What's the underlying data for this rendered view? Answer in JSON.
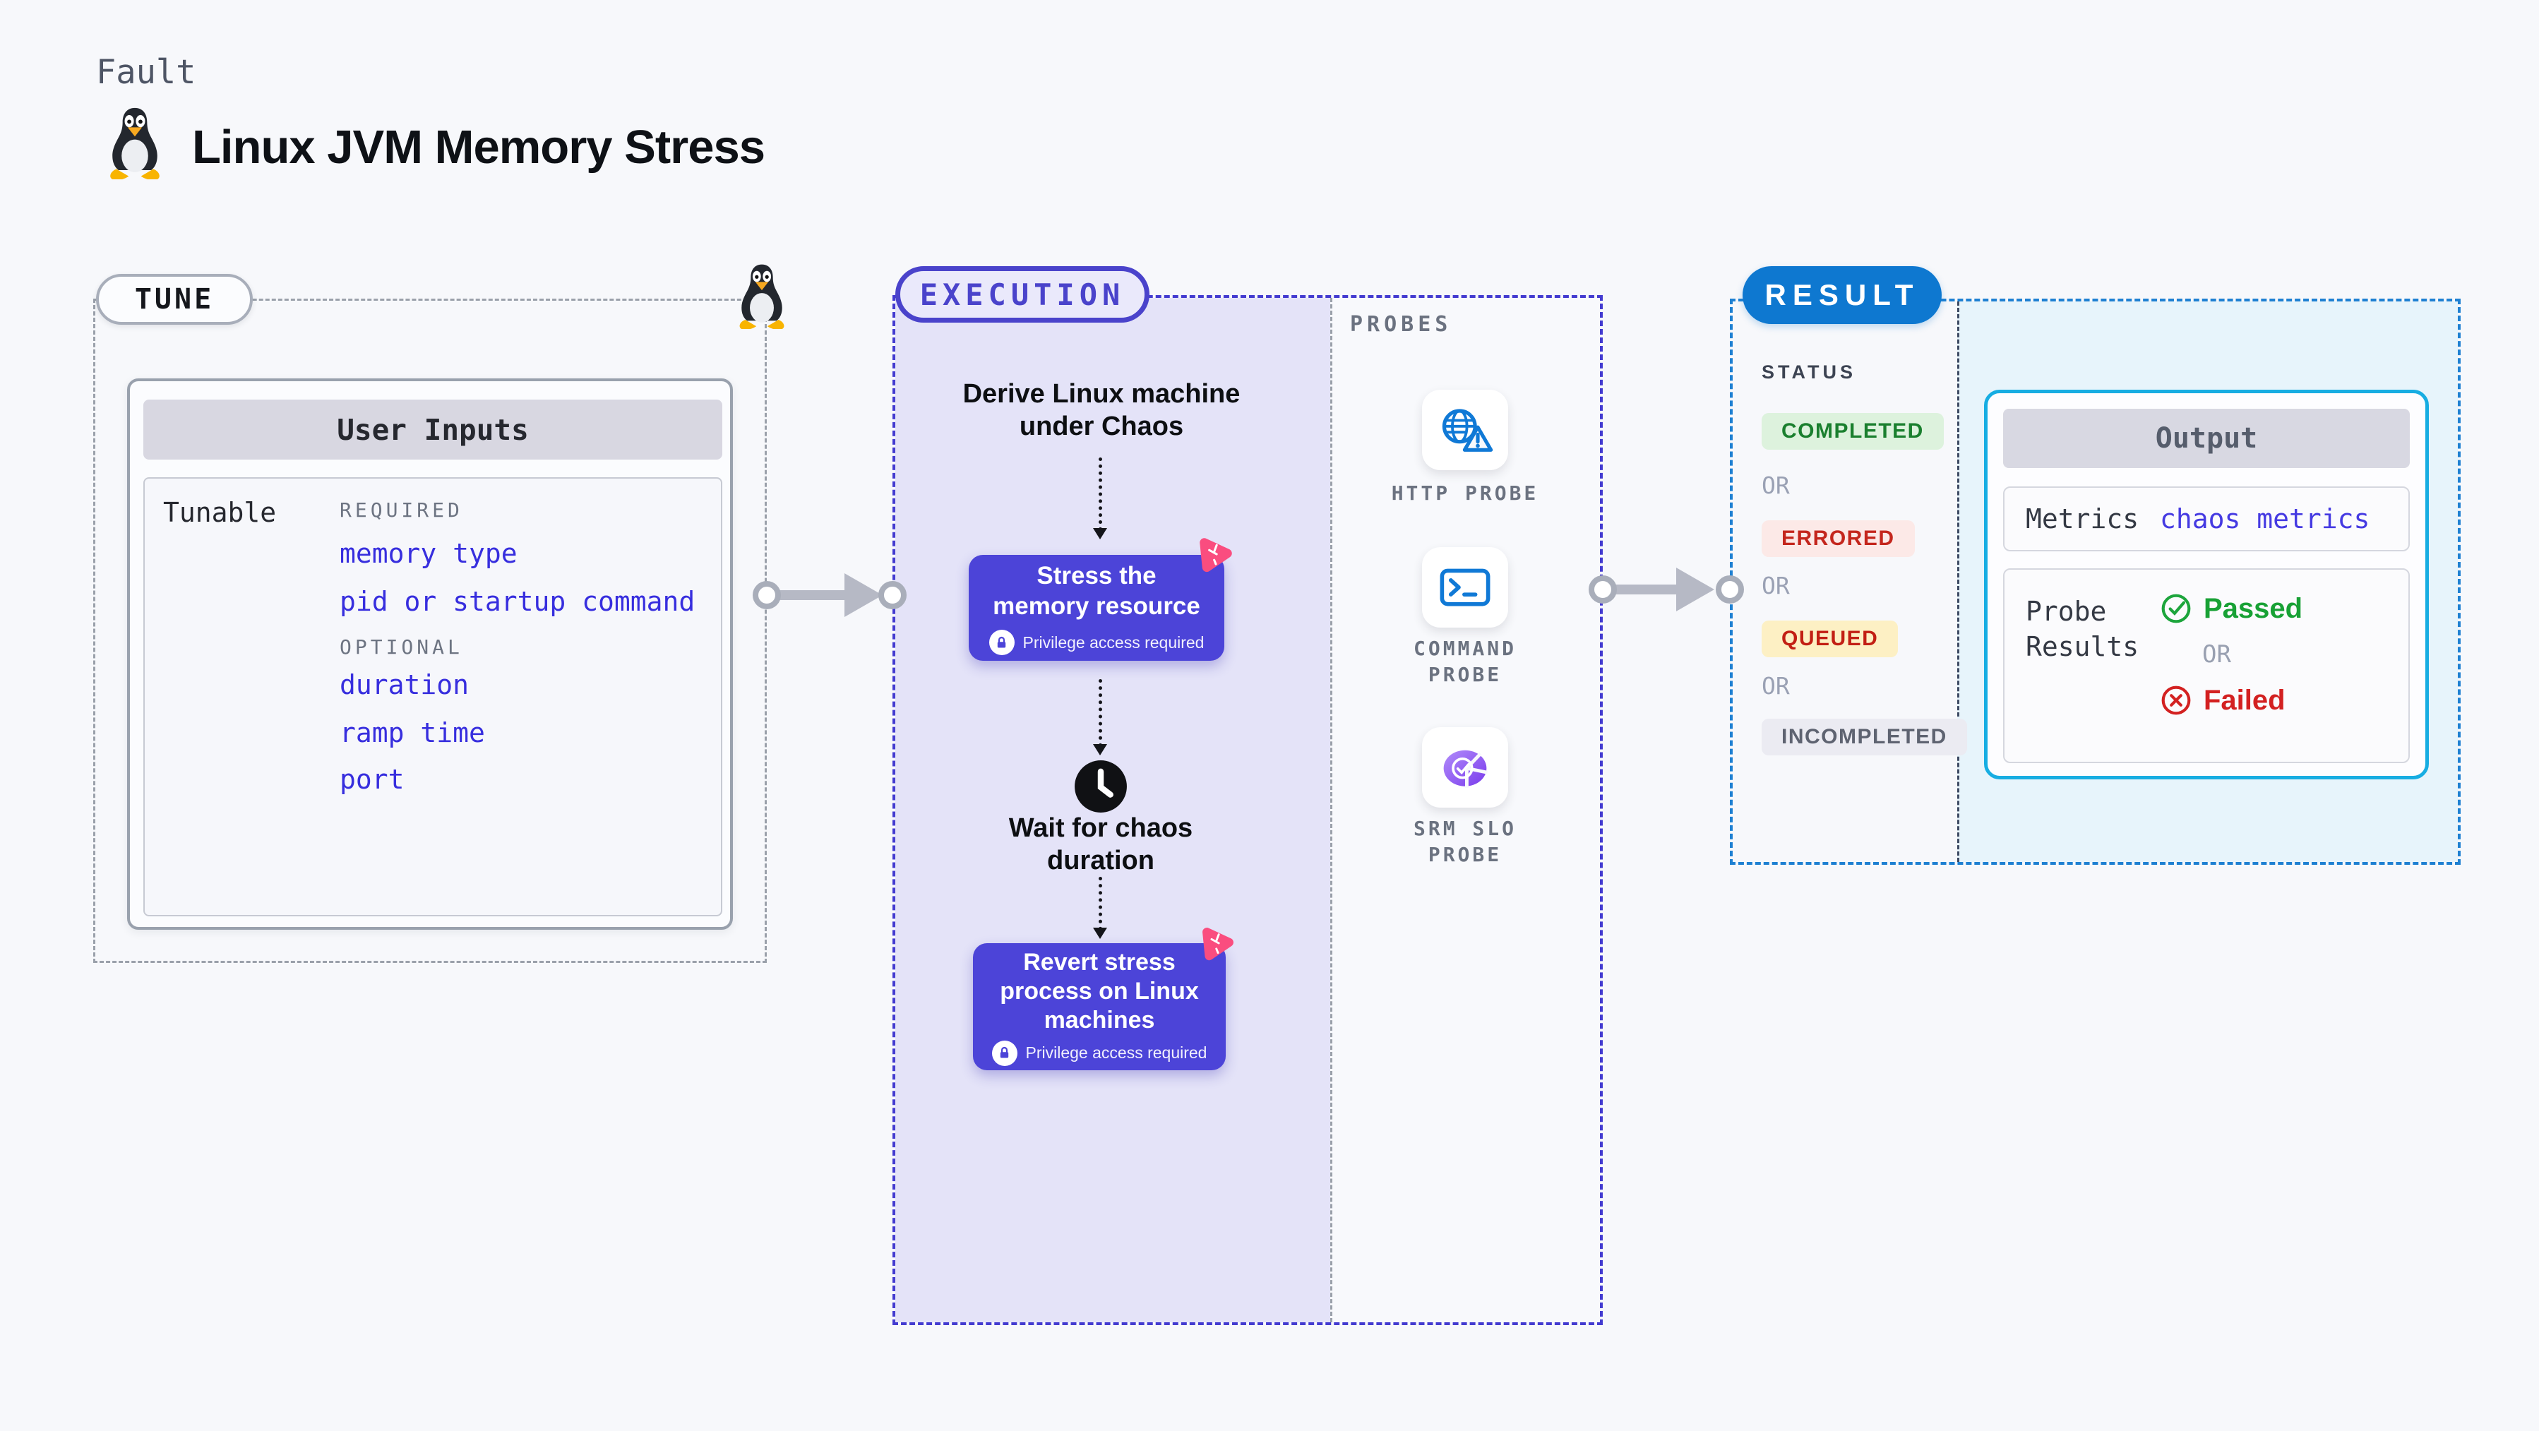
{
  "header": {
    "fault_label": "Fault",
    "title": "Linux JVM Memory Stress"
  },
  "tune": {
    "badge": "TUNE",
    "panel_title": "User Inputs",
    "row_label": "Tunable",
    "required_heading": "REQUIRED",
    "required_items": [
      "memory type",
      "pid or startup command"
    ],
    "optional_heading": "OPTIONAL",
    "optional_items": [
      "duration",
      "ramp time",
      "port"
    ]
  },
  "execution": {
    "badge": "EXECUTION",
    "step_derive": "Derive Linux machine under Chaos",
    "step_stress": "Stress the memory resource",
    "step_wait": "Wait for chaos duration",
    "step_revert": "Revert stress process on Linux machines",
    "privilege_note": "Privilege access required"
  },
  "probes": {
    "heading": "PROBES",
    "items": [
      {
        "label": "HTTP PROBE",
        "icon": "globe-alert-icon"
      },
      {
        "label": "COMMAND PROBE",
        "icon": "terminal-icon"
      },
      {
        "label": "SRM SLO PROBE",
        "icon": "slo-pie-check-icon"
      }
    ]
  },
  "result": {
    "badge": "RESULT",
    "status_heading": "STATUS",
    "or_label": "OR",
    "statuses": [
      {
        "label": "COMPLETED",
        "color": "#1a7f2e",
        "bg": "#ddf2dd"
      },
      {
        "label": "ERRORED",
        "color": "#c4261d",
        "bg": "#fce9e7"
      },
      {
        "label": "QUEUED",
        "color": "#c21f14",
        "bg": "#fdf0c4"
      },
      {
        "label": "INCOMPLETED",
        "color": "#5e6371",
        "bg": "#ebebf2"
      }
    ],
    "output": {
      "title": "Output",
      "metrics_label": "Metrics",
      "metrics_value": "chaos metrics",
      "probe_results_label": "Probe Results",
      "passed_label": "Passed",
      "or_label": "OR",
      "failed_label": "Failed"
    }
  },
  "colors": {
    "accent_indigo": "#4a43cb",
    "node_purple": "#4c44d8",
    "lavender_bg": "#e4e3f8",
    "result_blue": "#0e78d0",
    "cyan_border": "#17ade2",
    "cyan_bg": "#e7f4fb",
    "link_blue": "#372ede",
    "chaos_pink": "#fa4d7f",
    "probe_icon_blue": "#1079d6",
    "arrow_gray": "#b6b9c5",
    "passed_green": "#1da53c",
    "failed_red": "#d32121"
  }
}
